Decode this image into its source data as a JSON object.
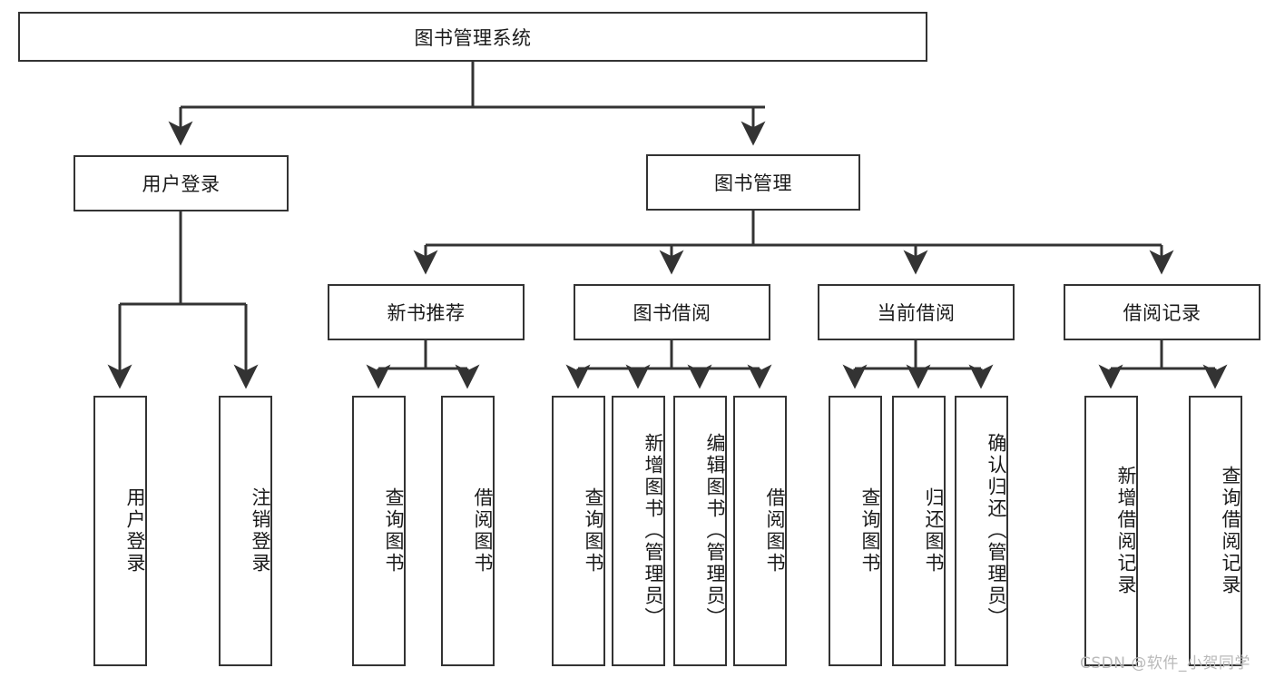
{
  "diagram": {
    "type": "tree-hierarchy-chart",
    "background": "#ffffff",
    "line_color": "#333333",
    "box_border_color": "#333333",
    "text_color": "#1a1a1a",
    "root": {
      "label": "图书管理系统"
    },
    "level2": [
      {
        "label": "用户登录"
      },
      {
        "label": "图书管理"
      }
    ],
    "level3": [
      {
        "label": "新书推荐"
      },
      {
        "label": "图书借阅"
      },
      {
        "label": "当前借阅"
      },
      {
        "label": "借阅记录"
      }
    ],
    "leaves": {
      "user_login": [
        {
          "label": "用户登录"
        },
        {
          "label": "注销登录"
        }
      ],
      "new_book_recommend": [
        {
          "label": "查询图书"
        },
        {
          "label": "借阅图书"
        }
      ],
      "book_borrow": [
        {
          "label": "查询图书"
        },
        {
          "label": "新增图书（管理员）"
        },
        {
          "label": "编辑图书（管理员）"
        },
        {
          "label": "借阅图书"
        }
      ],
      "current_borrow": [
        {
          "label": "查询图书"
        },
        {
          "label": "归还图书"
        },
        {
          "label": "确认归还（管理员）"
        }
      ],
      "borrow_record": [
        {
          "label": "新增借阅记录"
        },
        {
          "label": "查询借阅记录"
        }
      ]
    }
  },
  "watermark": {
    "text": "CSDN @软件_小贺同学"
  }
}
